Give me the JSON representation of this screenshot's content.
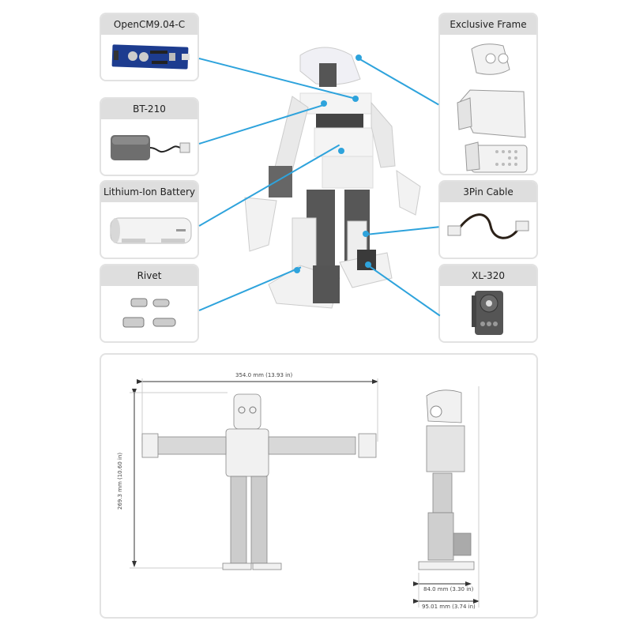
{
  "components_left": [
    {
      "id": "opencm",
      "title": "OpenCM9.04-C",
      "icon": "controller-board-icon"
    },
    {
      "id": "bt210",
      "title": "BT-210",
      "icon": "bluetooth-module-icon"
    },
    {
      "id": "battery",
      "title": "Lithium-Ion Battery",
      "icon": "battery-icon"
    },
    {
      "id": "rivet",
      "title": "Rivet",
      "icon": "rivet-icon"
    }
  ],
  "components_right": [
    {
      "id": "frame",
      "title": "Exclusive Frame",
      "icon": "frame-parts-icon"
    },
    {
      "id": "cable",
      "title": "3Pin Cable",
      "icon": "cable-icon"
    },
    {
      "id": "servo",
      "title": "XL-320",
      "icon": "servo-motor-icon"
    }
  ],
  "robot": {
    "icon": "humanoid-robot-icon"
  },
  "dimensions": {
    "width_label": "354.0 mm (13.93 in)",
    "height_label": "269.3 mm (10.60 in)",
    "depth_label": "84.0 mm (3.30 in)",
    "depth_total_label": "95.01 mm (3.74 in)"
  },
  "colors": {
    "leader_line": "#2ea3dc",
    "card_header": "#dedede",
    "card_border": "#e2e2e2"
  }
}
